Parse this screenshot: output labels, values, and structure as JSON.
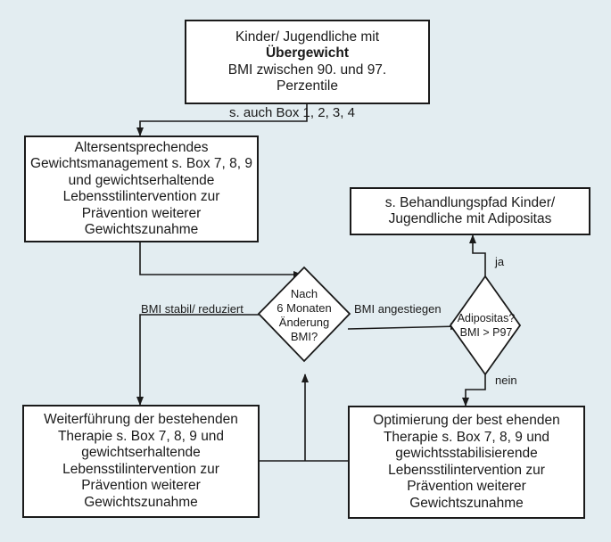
{
  "diagram": {
    "box_start": {
      "line1": "Kinder/ Jugendliche mit",
      "line2": "Übergewicht",
      "line3": "BMI zwischen 90. und 97.",
      "line4": "Perzentile"
    },
    "start_note": "s. auch Box 1, 2, 3, 4",
    "box_management": {
      "lines": [
        "Altersentsprechendes",
        "Gewichtsmanagement s. Box 7, 8, 9",
        "und gewichtserhaltende",
        "Lebensstilintervention zur",
        "Prävention weiterer",
        "Gewichtszunahme"
      ]
    },
    "decision_change": {
      "lines": [
        "Nach",
        "6 Monaten",
        "Änderung",
        "BMI?"
      ]
    },
    "decision_adipositas": {
      "lines": [
        "Adipositas?",
        "BMI > P97"
      ]
    },
    "box_adipositas_path": {
      "lines": [
        "s. Behandlungspfad Kinder/",
        "Jugendliche mit Adipositas"
      ]
    },
    "box_continue": {
      "lines": [
        "Weiterführung der bestehenden",
        "Therapie s. Box 7, 8, 9 und",
        "gewichtserhaltende",
        "Lebensstilintervention zur",
        "Prävention weiterer",
        "Gewichtszunahme"
      ]
    },
    "box_optimize": {
      "lines": [
        "Optimierung der best ehenden",
        "Therapie s. Box 7, 8, 9 und",
        "gewichtsstabilisierende",
        "Lebensstilintervention zur",
        "Prävention weiterer",
        "Gewichtszunahme"
      ]
    },
    "edge_labels": {
      "stable": "BMI stabil/ reduziert",
      "increased": "BMI angestiegen",
      "yes": "ja",
      "no": "nein"
    },
    "colors": {
      "background": "#e3edf1",
      "box_fill": "#ffffff",
      "stroke": "#1a1a1a"
    }
  }
}
